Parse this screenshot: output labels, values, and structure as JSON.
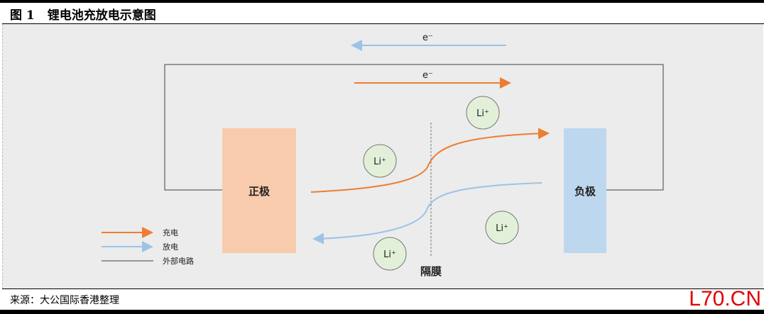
{
  "title": {
    "number": "图 1",
    "text": "锂电池充放电示意图"
  },
  "diagram": {
    "electron_label": "e⁻",
    "cathode_label": "正极",
    "anode_label": "负极",
    "separator_label": "隔膜",
    "ion_label": "Li⁺",
    "colors": {
      "charge": "#ed7d31",
      "discharge": "#9dc3e6",
      "cathode": "#f8cbad",
      "anode": "#bdd7ee",
      "ion_fill": "#e2f0d9"
    }
  },
  "legend": [
    {
      "label": "充电"
    },
    {
      "label": "放电"
    },
    {
      "label": "外部电路"
    }
  ],
  "footer": {
    "source": "来源：大公国际香港整理"
  },
  "watermark": "L70.CN"
}
